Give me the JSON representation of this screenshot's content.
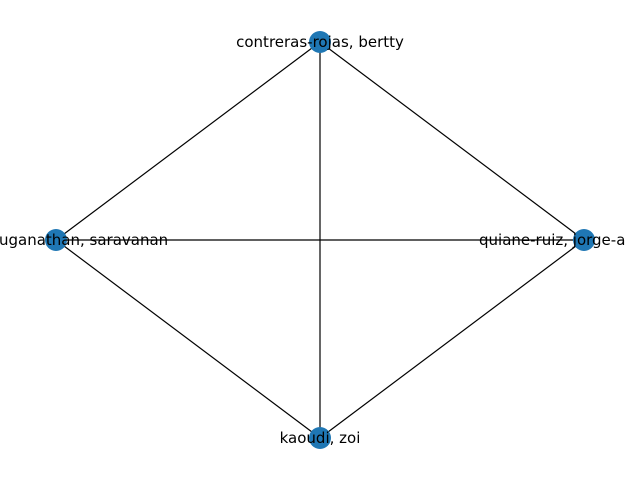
{
  "graph": {
    "node_color": "#1f77b4",
    "edge_color": "#000000",
    "nodes": [
      {
        "id": "contreras",
        "label": "contreras-rojas, bertty"
      },
      {
        "id": "quiane",
        "label": "quiane-ruiz, jorge-a"
      },
      {
        "id": "kaoudi",
        "label": "kaoudi, zoi"
      },
      {
        "id": "saravanan",
        "label": "uganathan, saravanan"
      }
    ],
    "edges": [
      [
        "contreras",
        "saravanan"
      ],
      [
        "contreras",
        "quiane"
      ],
      [
        "contreras",
        "kaoudi"
      ],
      [
        "saravanan",
        "quiane"
      ],
      [
        "saravanan",
        "kaoudi"
      ],
      [
        "quiane",
        "kaoudi"
      ]
    ]
  }
}
